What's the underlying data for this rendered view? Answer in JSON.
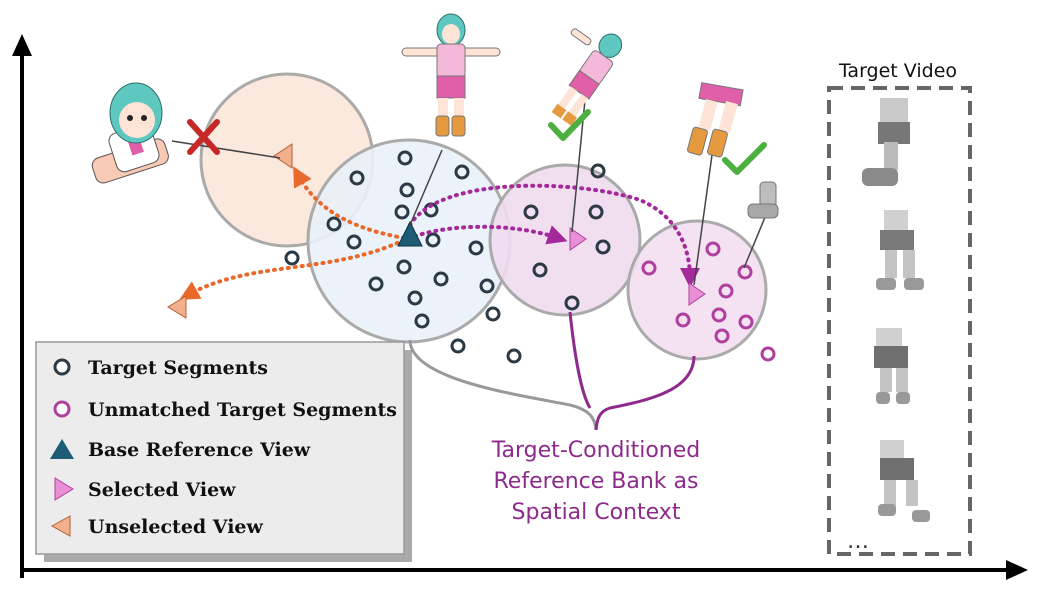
{
  "legend": {
    "items": [
      {
        "label": "Target Segments",
        "marker": "dark-ring"
      },
      {
        "label": "Unmatched Target Segments",
        "marker": "purple-ring"
      },
      {
        "label": "Base Reference View",
        "marker": "teal-triangle-up"
      },
      {
        "label": "Selected View",
        "marker": "pink-triangle-right"
      },
      {
        "label": "Unselected View",
        "marker": "orange-triangle-left"
      }
    ]
  },
  "caption": {
    "line1": "Target-Conditioned",
    "line2": "Reference Bank as",
    "line3": "Spatial Context"
  },
  "target_video": {
    "title": "Target Video",
    "ellipsis": "…"
  },
  "colors": {
    "target_segment_ring": "#2b3a45",
    "unmatched_ring": "#b0409e",
    "base_triangle": "#1d5c74",
    "selected_triangle": "#e88fd6",
    "unselected_triangle": "#f3b08c",
    "arrow_orange": "#e8692a",
    "arrow_purple": "#a42a9c",
    "caption_purple": "#8e2a8c",
    "check_green": "#4caf3f",
    "cross_red": "#c62828"
  },
  "icons": [
    "cross-icon",
    "check-icon",
    "check-icon"
  ]
}
